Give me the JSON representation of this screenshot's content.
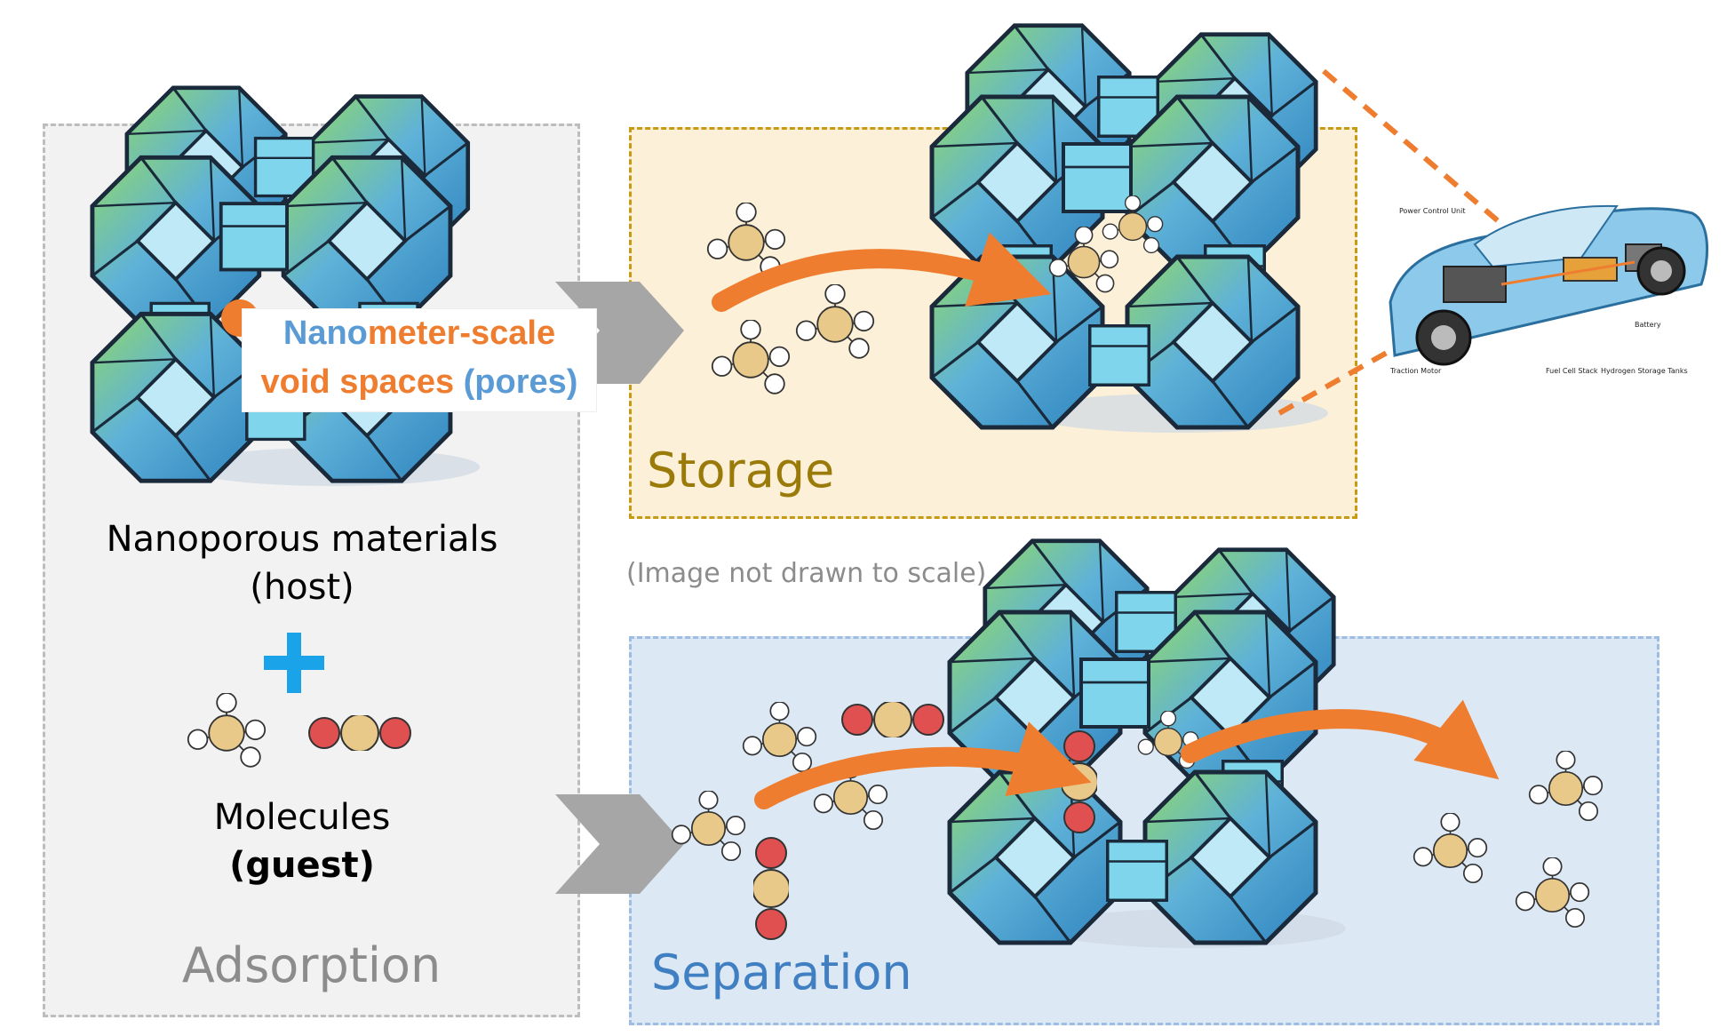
{
  "adsorption": {
    "host_line1": "Nanoporous materials",
    "host_line2": "(host)",
    "plus": "+",
    "guest_line1": "Molecules",
    "guest_line2": "(guest)",
    "panel_label": "Adsorption"
  },
  "pore_callout": {
    "nano": "Nano",
    "meter_scale": "meter-scale",
    "void_spaces": "void spaces",
    "pores": "(pores)"
  },
  "storage": {
    "panel_label": "Storage"
  },
  "car": {
    "labels": [
      "Power Control Unit",
      "Battery",
      "Traction Motor",
      "Fuel Cell Stack",
      "Hydrogen Storage Tanks"
    ]
  },
  "note": "(Image not drawn to scale)",
  "separation": {
    "panel_label": "Separation"
  },
  "colors": {
    "orange": "#ef7d2f",
    "blue_text": "#5b9bd5",
    "storage_label": "#9a7b0a",
    "separation_label": "#3f7fc2",
    "adsorption_label": "#8c8c8c",
    "plus": "#1aa3e8",
    "carbon": "#e8c98a",
    "hydrogen": "#ffffff",
    "oxygen": "#e05050"
  }
}
